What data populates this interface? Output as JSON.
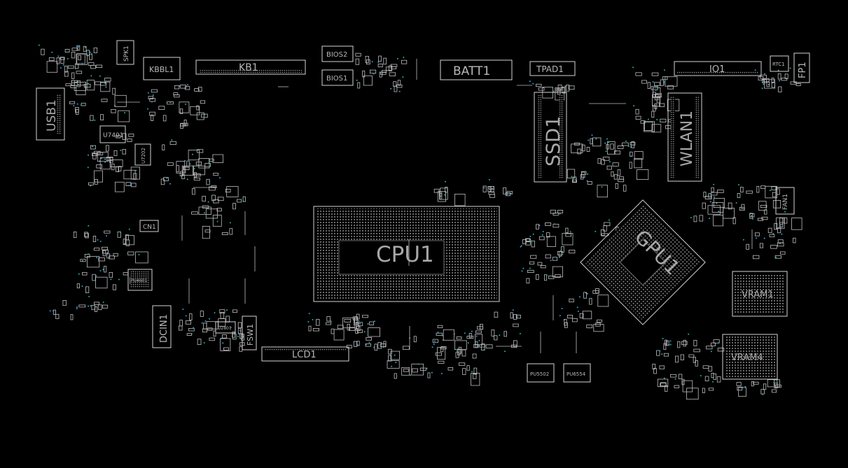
{
  "labels": {
    "spk1": "SPK1",
    "kbbl1": "KBBL1",
    "kb1": "KB1",
    "bios2": "BIOS2",
    "bios1": "BIOS1",
    "batt1": "BATT1",
    "tpad1": "TPAD1",
    "io1": "IO1",
    "rtc1": "RTC1",
    "fp1": "FP1",
    "usb1": "USB1",
    "u7401": "U7401",
    "u7202": "U7202",
    "ssd1": "SSD1",
    "wlan1": "WLAN1",
    "cn1": "CN1",
    "fan1": "FAN1",
    "cpu1": "CPU1",
    "gpu1": "GPU1",
    "pu4601": "PU4601",
    "vram1": "VRAM1",
    "vram4": "VRAM4",
    "dcin1": "DCIN1",
    "u2801": "U2801",
    "fsw1": "FSW1",
    "lcd1": "LCD1",
    "pu5502": "PU5502",
    "pu6554": "PU6554"
  },
  "colors": {
    "background": "#000000",
    "outline": "#d4d4d4",
    "label": "#b8b8b8",
    "via": "#2aa7c8"
  }
}
